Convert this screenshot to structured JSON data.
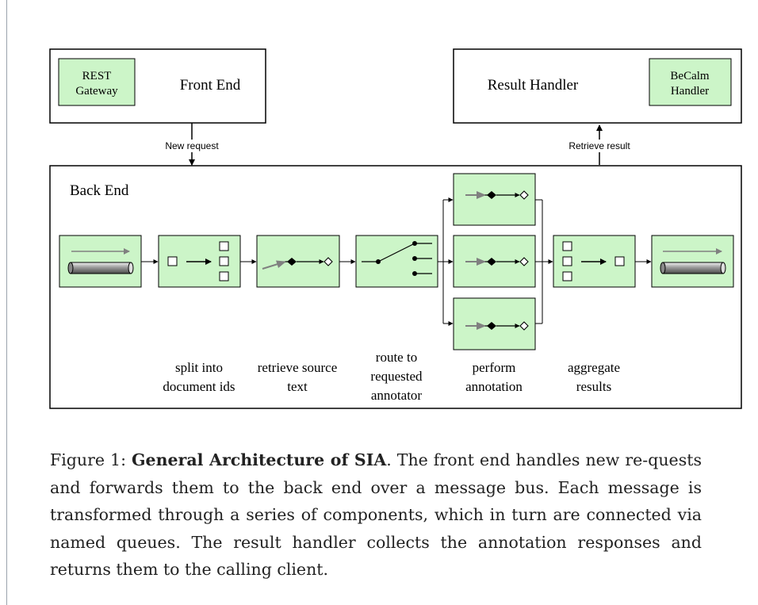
{
  "front_end": {
    "title": "Front End",
    "gateway_line1": "REST",
    "gateway_line2": "Gateway"
  },
  "result_handler": {
    "title": "Result Handler",
    "handler_line1": "BeCalm",
    "handler_line2": "Handler"
  },
  "arrows": {
    "new_request": "New request",
    "retrieve_result": "Retrieve result"
  },
  "back_end": {
    "title": "Back End",
    "stages": {
      "split": [
        "split into",
        "document ids"
      ],
      "retrieve": [
        "retrieve source",
        "text"
      ],
      "route": [
        "route to",
        "requested",
        "annotator"
      ],
      "annotate": [
        "perform",
        "annotation"
      ],
      "aggregate": [
        "aggregate",
        "results"
      ]
    }
  },
  "colors": {
    "component_fill": "#ccf5c8",
    "component_stroke": "#000000",
    "line": "#000000",
    "grey_arrow": "#808080"
  },
  "caption": {
    "label": "Figure 1:",
    "title": "General Architecture of SIA",
    "text": ". The front end handles new re-quests and forwards them to the back end over a message bus. Each message is transformed through a series of components, which in turn are connected via named queues. The result handler collects the annotation responses and returns them to the calling client."
  }
}
